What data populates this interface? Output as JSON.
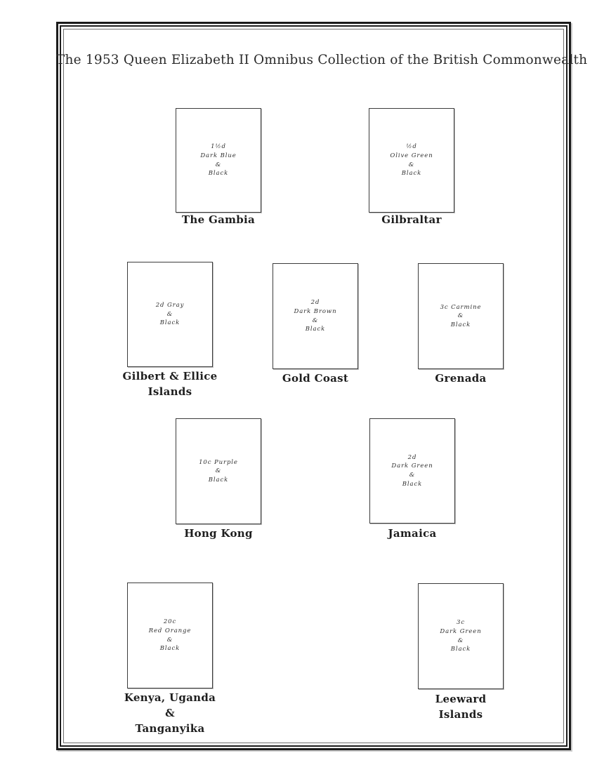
{
  "page": {
    "title": "The 1953 Queen Elizabeth II Omnibus Collection of the British Commonwealth"
  },
  "colors": {
    "background": "#ffffff",
    "frame": "#1b1b1b",
    "frame_inner_line": "#6f6f6f",
    "box_border": "#3c3c3c",
    "text": "#2b2b2b"
  },
  "stamps": [
    {
      "country": "The Gambia",
      "label_lines": [
        "The Gambia"
      ],
      "desc_lines": [
        "1½d",
        "Dark Blue",
        "&",
        "Black"
      ]
    },
    {
      "country": "Gilbraltar",
      "label_lines": [
        "Gilbraltar"
      ],
      "desc_lines": [
        "½d",
        "Olive Green",
        "&",
        "Black"
      ]
    },
    {
      "country": "Gilbert & Ellice Islands",
      "label_lines": [
        "Gilbert & Ellice",
        "Islands"
      ],
      "desc_lines": [
        "2d Gray",
        "&",
        "Black"
      ]
    },
    {
      "country": "Gold Coast",
      "label_lines": [
        "Gold Coast"
      ],
      "desc_lines": [
        "2d",
        "Dark Brown",
        "&",
        "Black"
      ]
    },
    {
      "country": "Grenada",
      "label_lines": [
        "Grenada"
      ],
      "desc_lines": [
        "3c Carmine",
        "&",
        "Black"
      ]
    },
    {
      "country": "Hong Kong",
      "label_lines": [
        "Hong Kong"
      ],
      "desc_lines": [
        "10c Purple",
        "&",
        "Black"
      ]
    },
    {
      "country": "Jamaica",
      "label_lines": [
        "Jamaica"
      ],
      "desc_lines": [
        "2d",
        "Dark Green",
        "&",
        "Black"
      ]
    },
    {
      "country": "Kenya, Uganda & Tanganyika",
      "label_lines": [
        "Kenya, Uganda",
        "&",
        "Tanganyika"
      ],
      "desc_lines": [
        "20c",
        "Red Orange",
        "&",
        "Black"
      ]
    },
    {
      "country": "Leeward Islands",
      "label_lines": [
        "Leeward",
        "Islands"
      ],
      "desc_lines": [
        "3c",
        "Dark Green",
        "&",
        "Black"
      ]
    }
  ]
}
